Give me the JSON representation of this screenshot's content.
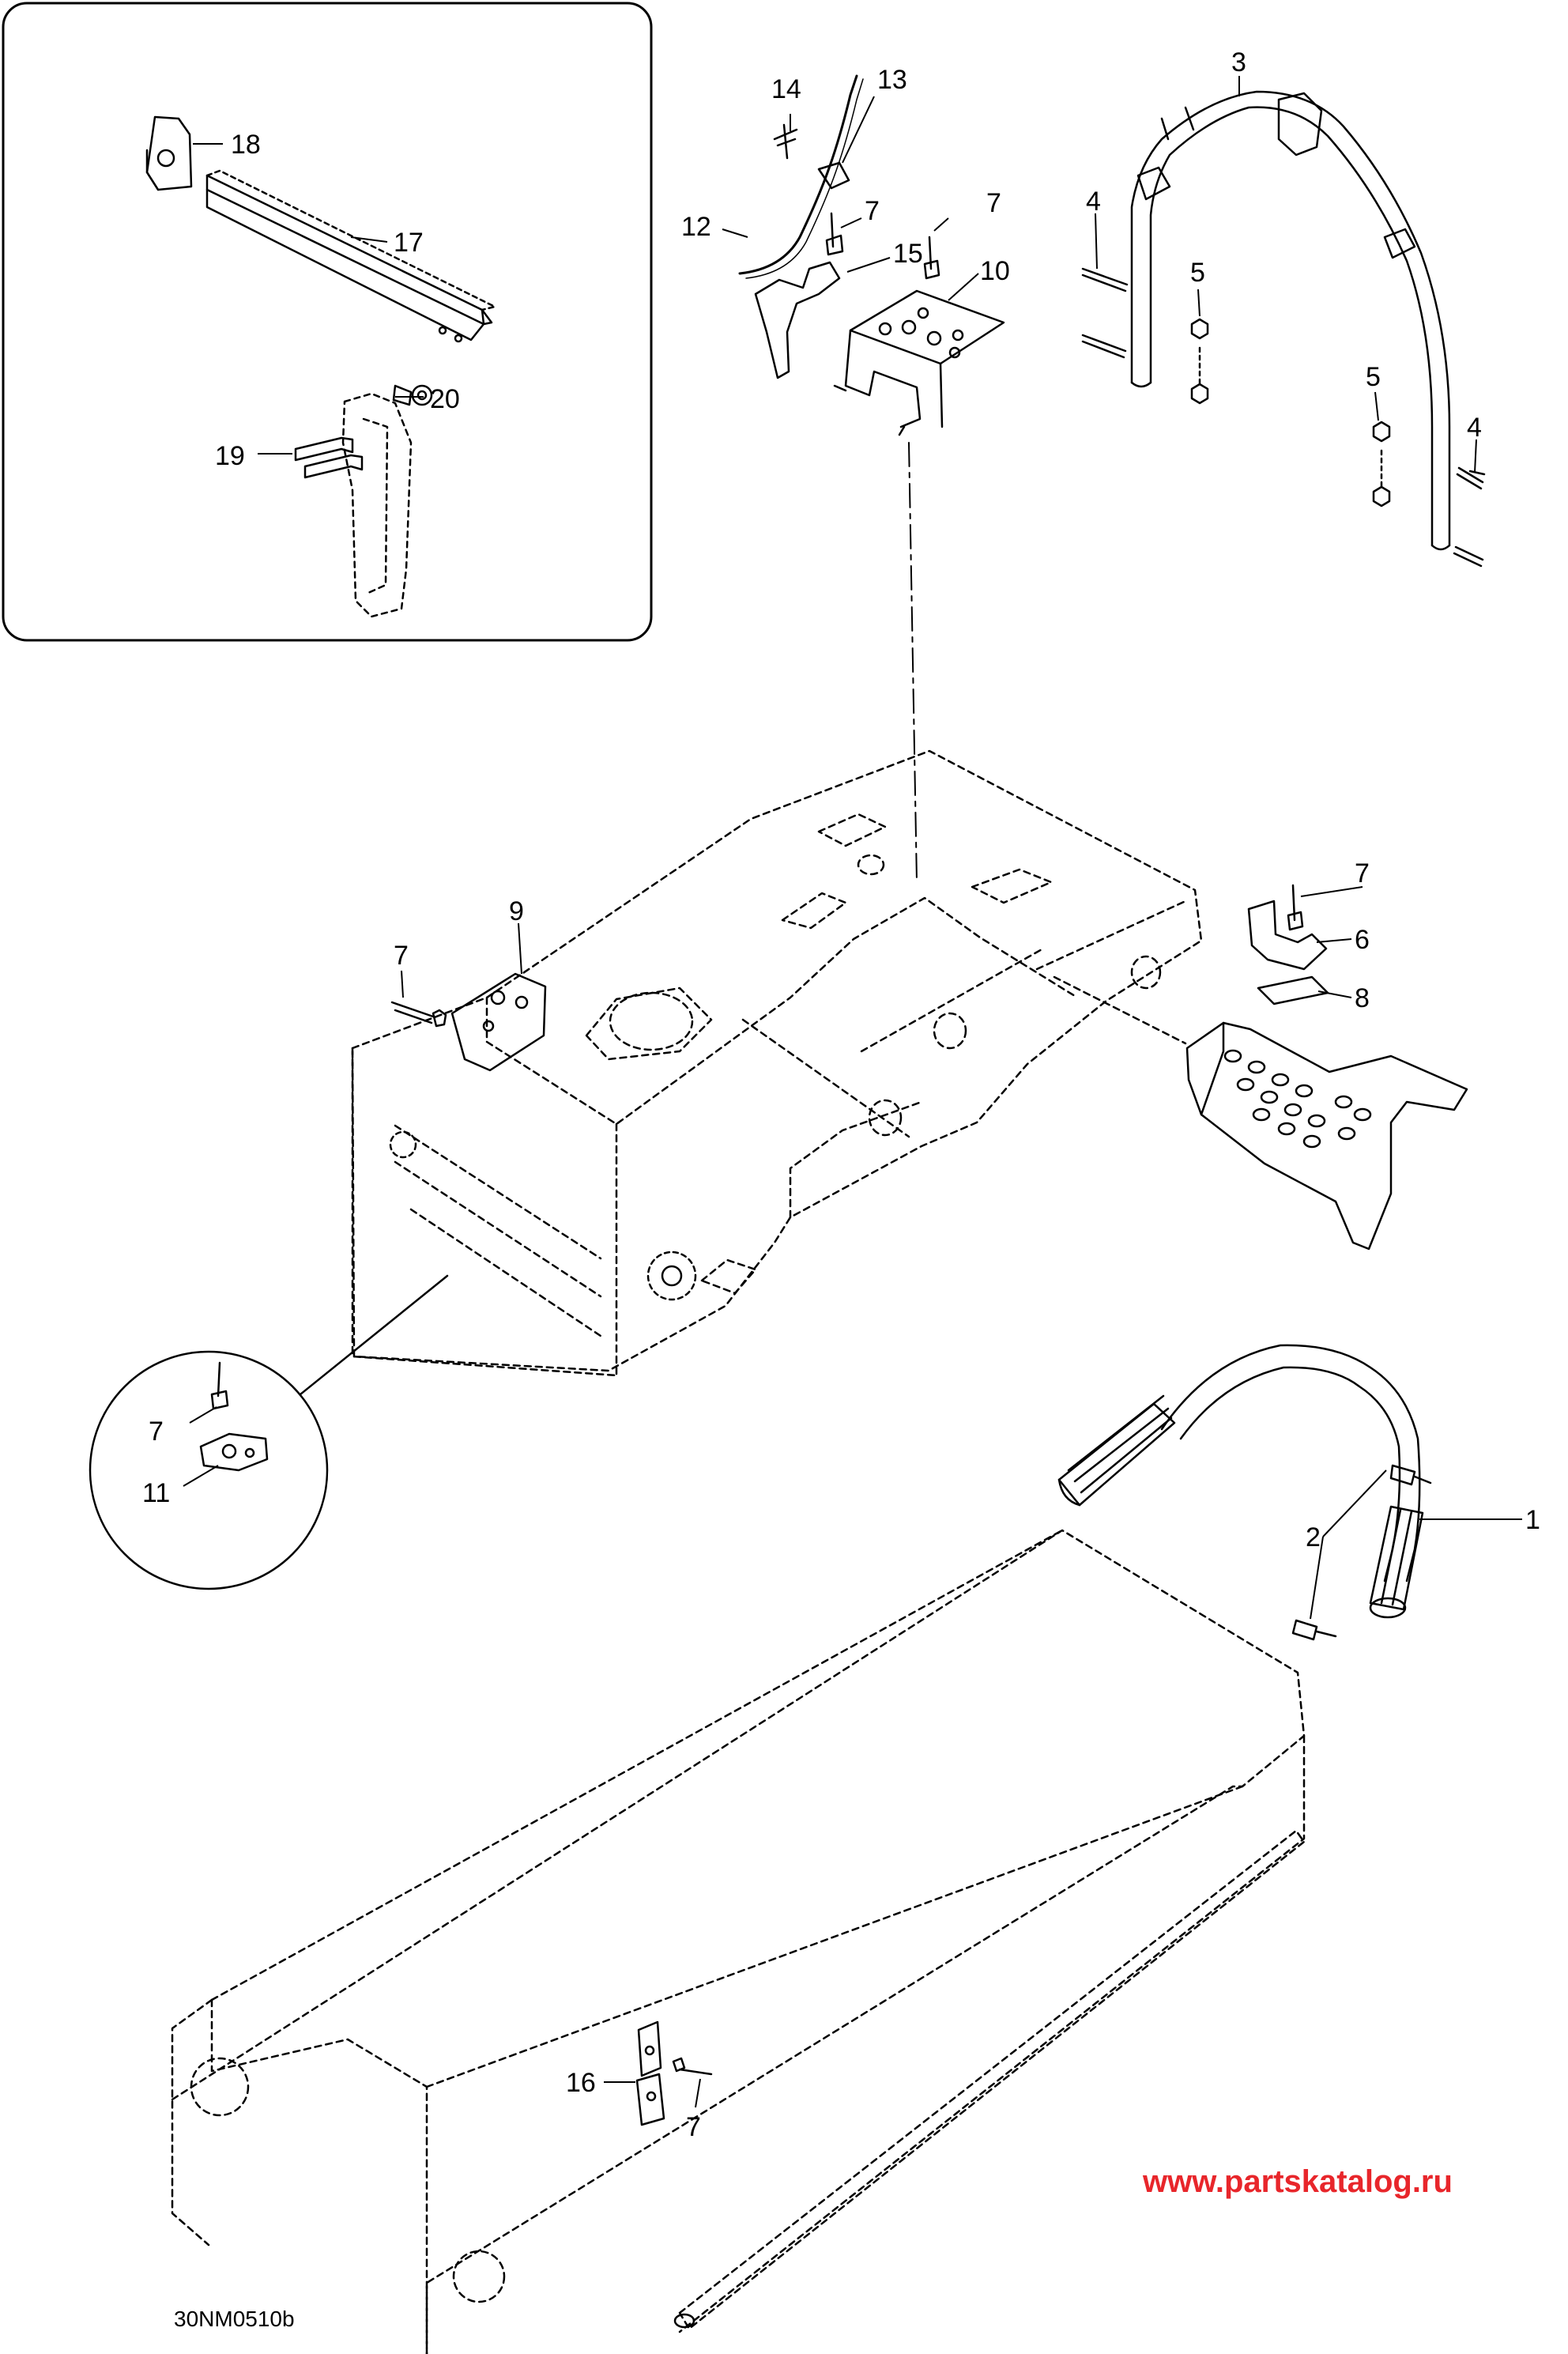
{
  "diagram_code": "30NM0510b",
  "watermark": "www.partskatalog.ru",
  "callouts": {
    "c1": "1",
    "c2": "2",
    "c3": "3",
    "c4a": "4",
    "c4b": "4",
    "c5a": "5",
    "c5b": "5",
    "c6": "6",
    "c7a": "7",
    "c7b": "7",
    "c7c": "7",
    "c7d": "7",
    "c7e": "7",
    "c7f": "7",
    "c8": "8",
    "c9": "9",
    "c10": "10",
    "c11": "11",
    "c12": "12",
    "c13": "13",
    "c14": "14",
    "c15": "15",
    "c16": "16",
    "c17": "17",
    "c18": "18",
    "c19": "19",
    "c20": "20"
  },
  "colors": {
    "line": "#000000",
    "watermark": "#e8262b",
    "background": "#ffffff"
  }
}
